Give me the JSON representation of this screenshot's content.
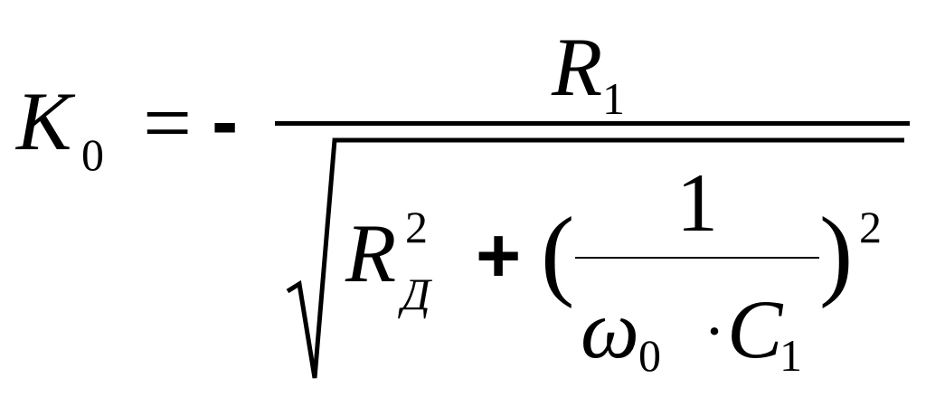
{
  "formula": {
    "lhs": {
      "symbol": "K",
      "subscript": "0"
    },
    "equals": "=",
    "minus": "-",
    "numerator": {
      "symbol": "R",
      "subscript": "1"
    },
    "denominator": {
      "term1": {
        "symbol": "R",
        "subscript": "Д",
        "superscript": "2"
      },
      "plus": "+",
      "open_paren": "(",
      "close_paren": ")",
      "outer_exponent": "2",
      "inner_fraction": {
        "numerator": "1",
        "denominator": {
          "omega": "ω",
          "omega_subscript": "0",
          "dot": "·",
          "symbol": "C",
          "subscript": "1"
        }
      }
    }
  }
}
